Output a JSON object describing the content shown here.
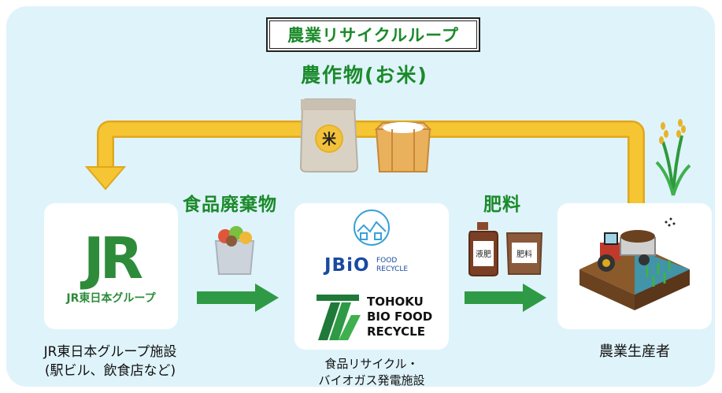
{
  "title": "農業リサイクルループ",
  "crop_label": "農作物(お米)",
  "food_waste_label": "食品廃棄物",
  "fertilizer_label": "肥料",
  "left": {
    "logo_letters": "JR",
    "logo_sub": "JR東日本グループ",
    "caption_line1": "JR東日本グループ施設",
    "caption_line2": "(駅ビル、飲食店など)"
  },
  "center": {
    "jbio_logo": "JBiO",
    "jbio_sub1": "FOOD",
    "jbio_sub2": "RECYCLE",
    "tohoku_line1": "TOHOKU",
    "tohoku_line2": "BIO FOOD",
    "tohoku_line3": "RECYCLE",
    "caption_line1": "食品リサイクル・",
    "caption_line2": "バイオガス発電施設"
  },
  "right": {
    "caption": "農業生産者"
  },
  "icons": {
    "rice_bag_mark": "米",
    "liquid_fertilizer": "液肥",
    "fertilizer_bag": "肥料"
  },
  "colors": {
    "background": "#dff3fa",
    "green": "#1a8a2a",
    "jr_green": "#2e8b3a",
    "loop_arrow": "#f6c533",
    "flow_arrow": "#2f9a45"
  }
}
